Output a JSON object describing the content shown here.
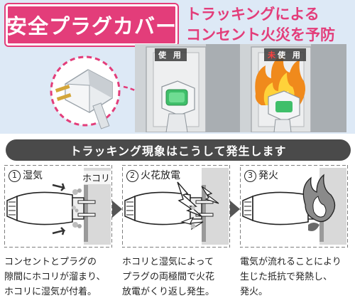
{
  "header": {
    "title": "安全プラグカバー",
    "headline_line1": "トラッキングによる",
    "headline_line2": "コンセント火災を予防"
  },
  "photos": [
    {
      "label_prefix": "",
      "label_main": "使 用"
    },
    {
      "label_prefix": "未",
      "label_main": "使 用"
    }
  ],
  "section_title": "トラッキング現象はこうして発生します",
  "stages": [
    {
      "number": "1",
      "label": "湿気",
      "sub_label": "ホコリ",
      "desc": [
        "コンセントとプラグの",
        "隙間にホコリが溜まり、",
        "ホコリに湿気が付着。"
      ]
    },
    {
      "number": "2",
      "label": "火花放電",
      "desc": [
        "ホコリと湿気によって",
        "プラグの両極間で火花",
        "放電がくり返し発生。"
      ]
    },
    {
      "number": "3",
      "label": "発火",
      "desc": [
        "電気が流れることにより",
        "生じた抵抗で発熱し、",
        "発火。"
      ]
    }
  ],
  "colors": {
    "accent_pink": "#e33d7a",
    "banner_bg": "#dde9f6",
    "bar_bg": "#4a4a4a",
    "cover_green": "#3fbf6a"
  }
}
